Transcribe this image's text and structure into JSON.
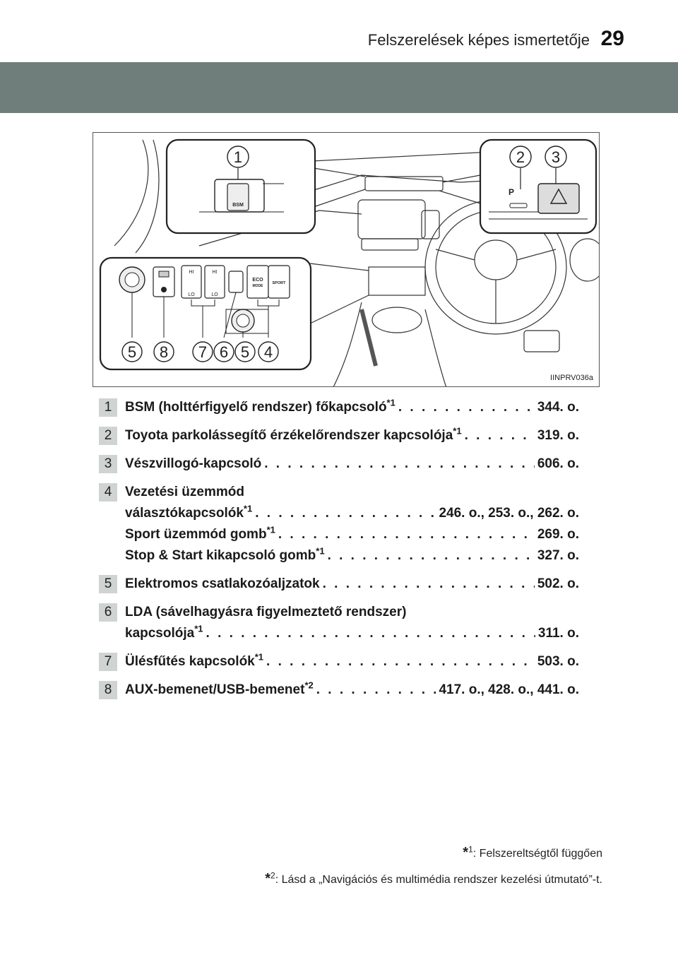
{
  "header": {
    "title": "Felszerelések képes ismertetője",
    "page_number": "29"
  },
  "figure": {
    "code": "IINPRV036a",
    "callouts_top": [
      "1",
      "2",
      "3"
    ],
    "callouts_bottom": [
      "5",
      "8",
      "7",
      "6",
      "5",
      "4"
    ],
    "button_labels": {
      "bsm": "BSM",
      "eco": "ECO",
      "mode": "MODE",
      "sport": "SPORT",
      "hi": "HI",
      "lo": "LO",
      "parking": "P"
    }
  },
  "items": [
    {
      "num": "1",
      "label": "BSM (holttérfigyelő rendszer) főkapcsoló",
      "sup": "*1",
      "dots": ". . . . . . . . . . . . . . . . . . . . . . . . . . . . . . . . . . . .",
      "ref": "344. o."
    },
    {
      "num": "2",
      "label": "Toyota parkolássegítő érzékelőrendszer kapcsolója",
      "sup": "*1",
      "dots": ". . . . . . . . . . . . . . . . . . . . . . . . . . . . . . . . . . . .",
      "ref": "319. o."
    },
    {
      "num": "3",
      "label": "Vészvillogó-kapcsoló",
      "sup": "",
      "dots": ". . . . . . . . . . . . . . . . . . . . . . . . . . . . . . . . . . . . . . . . . . . . . .",
      "ref": "606. o."
    },
    {
      "num": "4",
      "line1": "Vezetési üzemmód",
      "rows": [
        {
          "label": "választókapcsolók",
          "sup": "*1",
          "dots": ". . . . . . . . . . . . . . . . . . . . . . . . . . . . . . . . .",
          "ref": "246. o., 253. o., 262. o."
        },
        {
          "label": "Sport üzemmód gomb",
          "sup": "*1",
          "dots": ". . . . . . . . . . . . . . . . . . . . . . . . . . . . . . . . . . . . . . . . . . . . . .",
          "ref": "269. o."
        },
        {
          "label": "Stop & Start kikapcsoló gomb",
          "sup": "*1",
          "dots": ". . . . . . . . . . . . . . . . . . . . . . . . . . . . . . . . . . . . . . . . . . . . . .",
          "ref": "327. o."
        }
      ]
    },
    {
      "num": "5",
      "label": "Elektromos csatlakozóaljzatok",
      "sup": "",
      "dots": ". . . . . . . . . . . . . . . . . . . . . . . . . . . . . . . . . . . . . . . . . . . . . .",
      "ref": "502. o."
    },
    {
      "num": "6",
      "line1": "LDA (sávelhagyásra figyelmeztető rendszer)",
      "rows": [
        {
          "label": "kapcsolója",
          "sup": "*1",
          "dots": ". . . . . . . . . . . . . . . . . . . . . . . . . . . . . . . . . . . . . . . . . . . . . . . . . . . . . . . . . . . . .",
          "ref": "311. o."
        }
      ]
    },
    {
      "num": "7",
      "label": "Ülésfűtés kapcsolók",
      "sup": "*1",
      "dots": ". . . . . . . . . . . . . . . . . . . . . . . . . . . . . . . . . . . . . . . . . . . . . . . . . .",
      "ref": "503. o."
    },
    {
      "num": "8",
      "label": "AUX-bemenet/USB-bemenet",
      "sup": "*2",
      "dots": ". . . . . . . . . . . . . . . . . . .",
      "ref": "417. o., 428. o., 441. o."
    }
  ],
  "footnotes": [
    {
      "star": "*",
      "sup": "1",
      "text": ": Felszereltségtől függően"
    },
    {
      "star": "*",
      "sup": "2",
      "text": ": Lásd a „Navigációs és multimédia rendszer kezelési útmutató”-t."
    }
  ]
}
